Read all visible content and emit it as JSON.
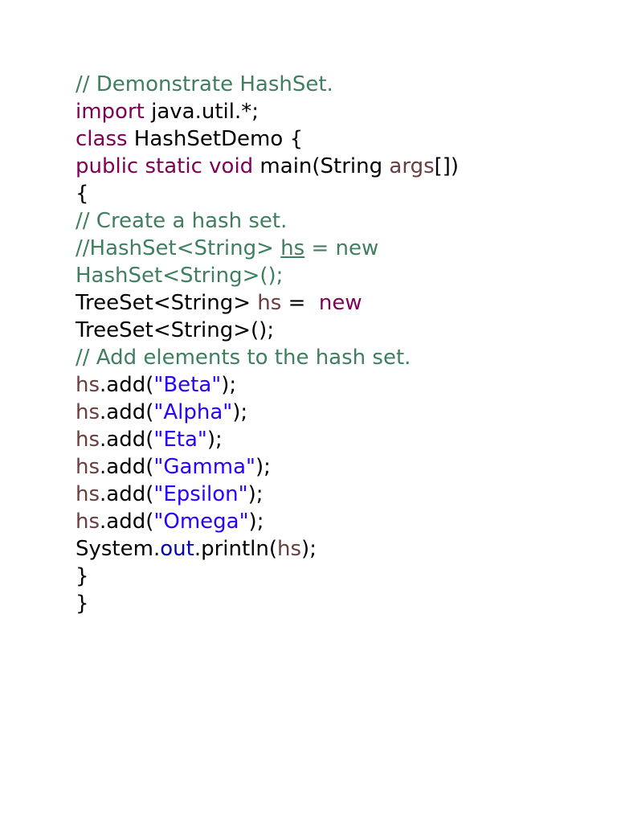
{
  "colors": {
    "comment": "#3f7f5f",
    "keyword": "#7f0055",
    "variable": "#6a3e3e",
    "string": "#2a00ff",
    "field": "#0000c0",
    "plain": "#000000"
  },
  "code": {
    "lines": [
      [
        {
          "text": "// Demonstrate HashSet.",
          "kind": "comment"
        }
      ],
      [
        {
          "text": "import",
          "kind": "keyword"
        },
        {
          "text": " java.util.*;",
          "kind": "plain"
        }
      ],
      [
        {
          "text": "class",
          "kind": "keyword"
        },
        {
          "text": " HashSetDemo {",
          "kind": "plain"
        }
      ],
      [
        {
          "text": "public static void",
          "kind": "keyword"
        },
        {
          "text": " main(String ",
          "kind": "plain"
        },
        {
          "text": "args",
          "kind": "variable"
        },
        {
          "text": "[])",
          "kind": "plain"
        }
      ],
      [
        {
          "text": "{",
          "kind": "plain"
        }
      ],
      [
        {
          "text": "// Create a hash set.",
          "kind": "comment"
        }
      ],
      [
        {
          "text": "//HashSet<String> ",
          "kind": "comment"
        },
        {
          "text": "hs",
          "kind": "comment",
          "underline": true
        },
        {
          "text": " = new",
          "kind": "comment"
        }
      ],
      [
        {
          "text": "HashSet<String>();",
          "kind": "comment"
        }
      ],
      [
        {
          "text": "TreeSet<String> ",
          "kind": "plain"
        },
        {
          "text": "hs",
          "kind": "variable"
        },
        {
          "text": " =  ",
          "kind": "plain"
        },
        {
          "text": "new",
          "kind": "keyword"
        }
      ],
      [
        {
          "text": "TreeSet<String>();",
          "kind": "plain"
        }
      ],
      [
        {
          "text": "// Add elements to the hash set.",
          "kind": "comment"
        }
      ],
      [
        {
          "text": "hs",
          "kind": "variable"
        },
        {
          "text": ".add(",
          "kind": "plain"
        },
        {
          "text": "\"Beta\"",
          "kind": "string"
        },
        {
          "text": ");",
          "kind": "plain"
        }
      ],
      [
        {
          "text": "hs",
          "kind": "variable"
        },
        {
          "text": ".add(",
          "kind": "plain"
        },
        {
          "text": "\"Alpha\"",
          "kind": "string"
        },
        {
          "text": ");",
          "kind": "plain"
        }
      ],
      [
        {
          "text": "hs",
          "kind": "variable"
        },
        {
          "text": ".add(",
          "kind": "plain"
        },
        {
          "text": "\"Eta\"",
          "kind": "string"
        },
        {
          "text": ");",
          "kind": "plain"
        }
      ],
      [
        {
          "text": "hs",
          "kind": "variable"
        },
        {
          "text": ".add(",
          "kind": "plain"
        },
        {
          "text": "\"Gamma\"",
          "kind": "string"
        },
        {
          "text": ");",
          "kind": "plain"
        }
      ],
      [
        {
          "text": "hs",
          "kind": "variable"
        },
        {
          "text": ".add(",
          "kind": "plain"
        },
        {
          "text": "\"Epsilon\"",
          "kind": "string"
        },
        {
          "text": ");",
          "kind": "plain"
        }
      ],
      [
        {
          "text": "hs",
          "kind": "variable"
        },
        {
          "text": ".add(",
          "kind": "plain"
        },
        {
          "text": "\"Omega\"",
          "kind": "string"
        },
        {
          "text": ");",
          "kind": "plain"
        }
      ],
      [
        {
          "text": "System.",
          "kind": "plain"
        },
        {
          "text": "out",
          "kind": "field"
        },
        {
          "text": ".println(",
          "kind": "plain"
        },
        {
          "text": "hs",
          "kind": "variable"
        },
        {
          "text": ");",
          "kind": "plain"
        }
      ],
      [
        {
          "text": "}",
          "kind": "plain"
        }
      ],
      [
        {
          "text": "}",
          "kind": "plain"
        }
      ]
    ]
  }
}
